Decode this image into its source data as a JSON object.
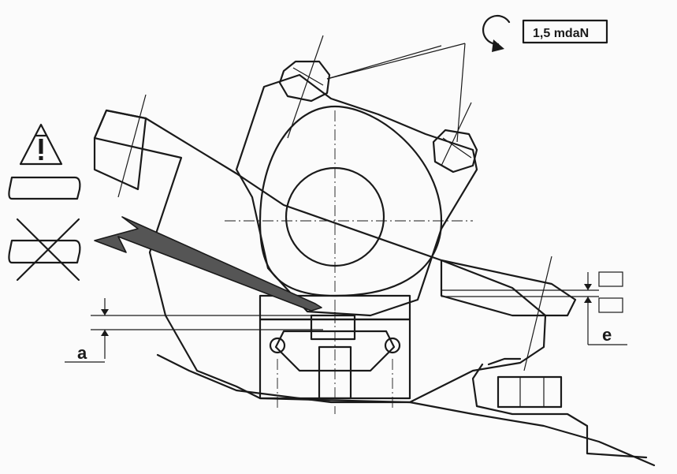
{
  "torque": {
    "value_label": "1,5 mdaN",
    "icon": "clockwise-rotation-icon"
  },
  "dimensions": {
    "a_label": "a",
    "e_label": "e"
  },
  "legend": {
    "warning_icon": "warning-triangle-icon",
    "reuse_allowed_icon": "rounded-block-icon",
    "no_reuse_icon": "crossed-block-icon"
  },
  "colors": {
    "ink": "#1a1a1a",
    "paper": "#fbfbfb",
    "arrow_fill": "#555555"
  }
}
